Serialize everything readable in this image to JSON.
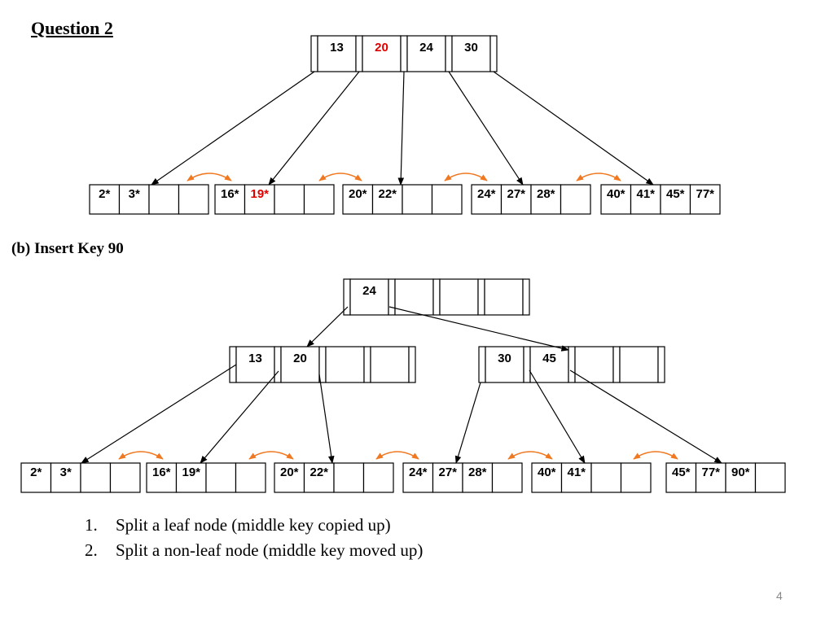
{
  "title": "Question 2",
  "subtitle": "(b) Insert Key 90",
  "steps": [
    {
      "num": "1.",
      "text": "Split a leaf node (middle key copied up)"
    },
    {
      "num": "2.",
      "text": "Split a non-leaf node (middle key moved up)"
    }
  ],
  "page_number": "4",
  "colors": {
    "highlight": "#e00000",
    "sibling_arrow": "#f07820",
    "line": "#000000"
  },
  "tree_before": {
    "root": {
      "keys": [
        "13",
        "20",
        "24",
        "30"
      ],
      "highlight": [
        "20"
      ]
    },
    "leaves": [
      {
        "keys": [
          "2*",
          "3*",
          "",
          ""
        ]
      },
      {
        "keys": [
          "16*",
          "19*",
          "",
          ""
        ],
        "highlight": [
          "19*"
        ]
      },
      {
        "keys": [
          "20*",
          "22*",
          "",
          ""
        ]
      },
      {
        "keys": [
          "24*",
          "27*",
          "28*",
          ""
        ]
      },
      {
        "keys": [
          "40*",
          "41*",
          "45*",
          "77*"
        ]
      }
    ]
  },
  "tree_after": {
    "root": {
      "keys": [
        "24",
        "",
        "",
        ""
      ]
    },
    "internal": [
      {
        "keys": [
          "13",
          "20",
          "",
          ""
        ]
      },
      {
        "keys": [
          "30",
          "45",
          "",
          ""
        ]
      }
    ],
    "leaves": [
      {
        "keys": [
          "2*",
          "3*",
          "",
          ""
        ]
      },
      {
        "keys": [
          "16*",
          "19*",
          "",
          ""
        ]
      },
      {
        "keys": [
          "20*",
          "22*",
          "",
          ""
        ]
      },
      {
        "keys": [
          "24*",
          "27*",
          "28*",
          ""
        ]
      },
      {
        "keys": [
          "40*",
          "41*",
          "",
          ""
        ]
      },
      {
        "keys": [
          "45*",
          "77*",
          "90*",
          ""
        ]
      }
    ]
  }
}
